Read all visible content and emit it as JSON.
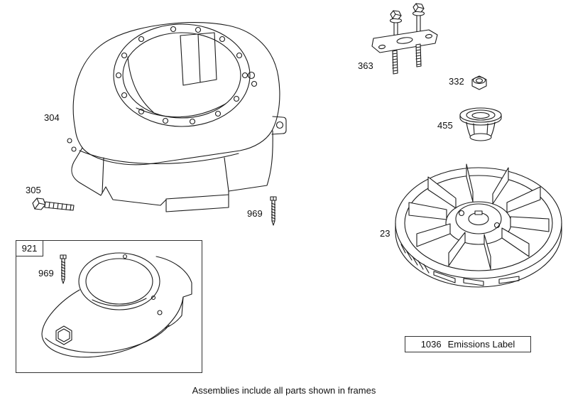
{
  "diagram": {
    "footer_note": "Assemblies include all parts shown in frames",
    "emissions": {
      "number": "1036",
      "label": "Emissions Label"
    },
    "labels": {
      "blower_housing": "304",
      "hex_bolt": "305",
      "screw_upper": "969",
      "screw_frame": "969",
      "assembly_frame": "921",
      "puller_tool": "363",
      "flywheel_nut": "332",
      "starter_cup": "455",
      "flywheel": "23"
    },
    "colors": {
      "line": "#1a1a1a",
      "frame_border": "#333333",
      "background": "#ffffff",
      "text": "#111111"
    }
  }
}
